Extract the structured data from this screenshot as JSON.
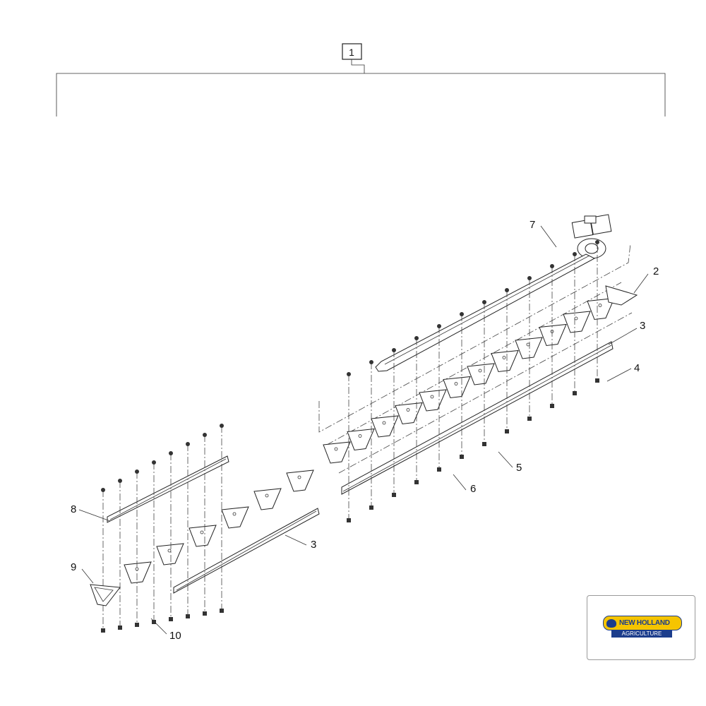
{
  "assembly_label": "1",
  "callouts": [
    {
      "id": "c2",
      "text": "2"
    },
    {
      "id": "c3a",
      "text": "3"
    },
    {
      "id": "c3b",
      "text": "3"
    },
    {
      "id": "c4",
      "text": "4"
    },
    {
      "id": "c5",
      "text": "5"
    },
    {
      "id": "c6",
      "text": "6"
    },
    {
      "id": "c7",
      "text": "7"
    },
    {
      "id": "c8",
      "text": "8"
    },
    {
      "id": "c9",
      "text": "9"
    },
    {
      "id": "c10",
      "text": "10"
    }
  ],
  "logo": {
    "name": "NEW HOLLAND",
    "subtitle": "AGRICULTURE",
    "colors": {
      "yellow": "#f5c400",
      "blue": "#1c3d8c"
    }
  }
}
